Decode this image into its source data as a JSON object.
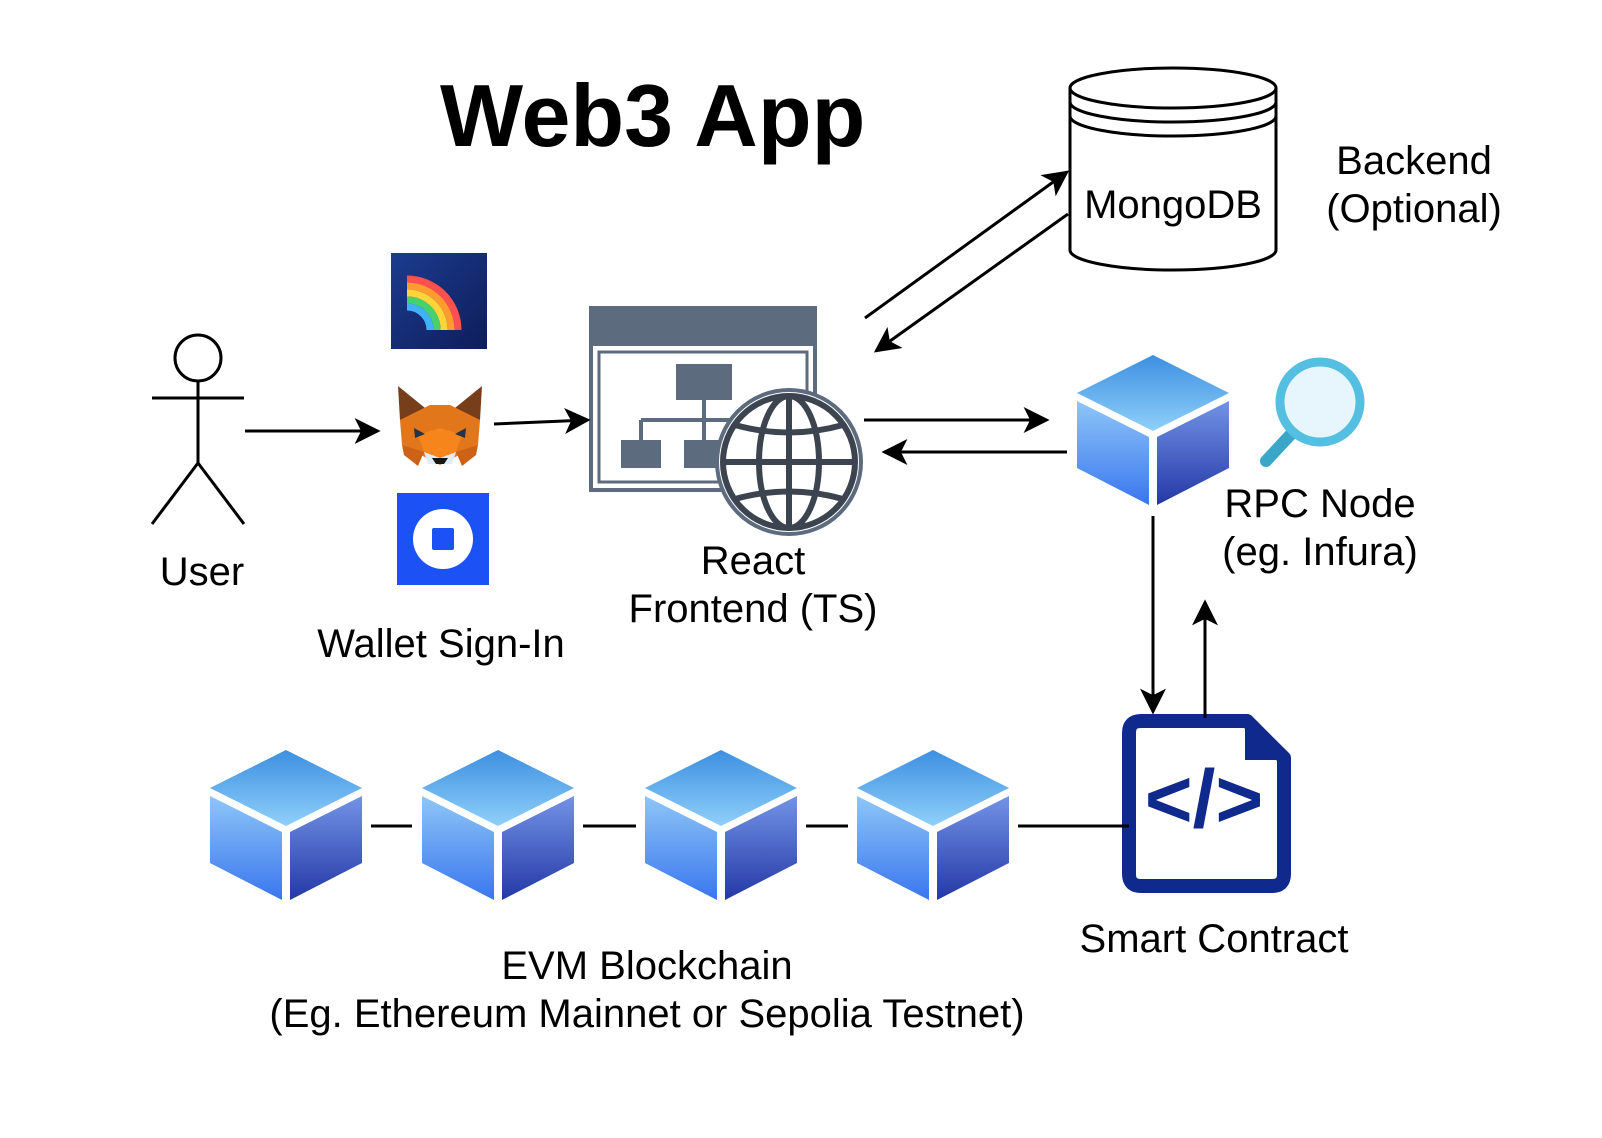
{
  "title": "Web3 App",
  "nodes": {
    "user": {
      "label": "User"
    },
    "wallet": {
      "label": "Wallet Sign-In",
      "wallets": [
        "rainbow-wallet-icon",
        "metamask-fox-icon",
        "coinbase-wallet-icon"
      ]
    },
    "frontend": {
      "line1": "React",
      "line2": "Frontend (TS)"
    },
    "database": {
      "label": "MongoDB"
    },
    "backend": {
      "line1": "Backend",
      "line2": "(Optional)"
    },
    "rpc": {
      "line1": "RPC Node",
      "line2": "(eg. Infura)"
    },
    "contract": {
      "label": "Smart Contract",
      "glyph": "</>"
    },
    "blockchain": {
      "line1": "EVM Blockchain",
      "line2": "(Eg. Ethereum Mainnet or Sepolia Testnet)",
      "blocks": 4
    }
  },
  "edges": [
    {
      "from": "user",
      "to": "wallet"
    },
    {
      "from": "wallet",
      "to": "frontend"
    },
    {
      "from": "frontend",
      "to": "database"
    },
    {
      "from": "database",
      "to": "frontend"
    },
    {
      "from": "frontend",
      "to": "rpc"
    },
    {
      "from": "rpc",
      "to": "frontend"
    },
    {
      "from": "rpc",
      "to": "contract"
    },
    {
      "from": "contract",
      "to": "rpc"
    }
  ],
  "colors": {
    "cube_top": "#6ab4f2",
    "cube_left": "#4a8fe8",
    "cube_right": "#2f4fb4",
    "contract_blue": "#0f2a8c",
    "frontend_gray": "#5d6b7e",
    "coinbase_blue": "#1c52f5",
    "rainbow_bg": "#13297a"
  }
}
